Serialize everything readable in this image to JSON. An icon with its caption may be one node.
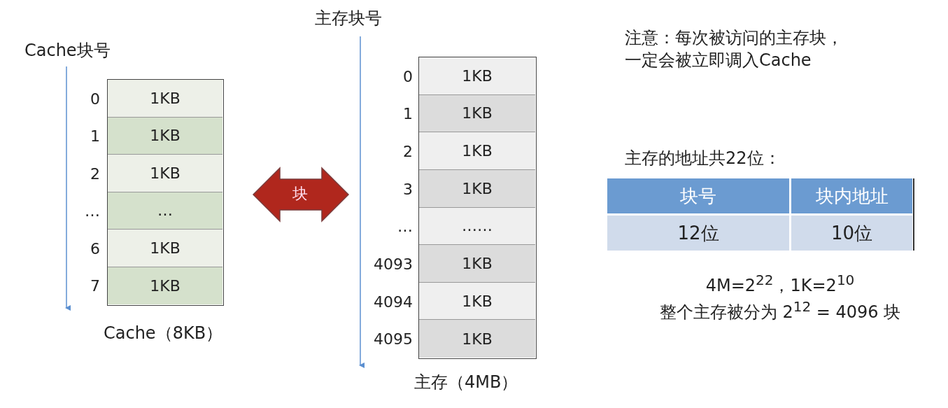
{
  "diagram": {
    "nodes": [
      {
        "text": [],
        "shape": "box",
        "beside": [
          "Cache（8KB）"
        ]
      },
      {
        "text": [
          "1KB"
        ],
        "in": 0,
        "beside": [
          "0"
        ]
      },
      {
        "text": [
          "1KB"
        ],
        "in": 0,
        "beside": [
          "1"
        ]
      },
      {
        "text": [
          "1KB"
        ],
        "in": 0,
        "beside": [
          "2"
        ]
      },
      {
        "text": [
          "…"
        ],
        "in": 0,
        "beside": [
          "…"
        ]
      },
      {
        "text": [
          "1KB"
        ],
        "in": 0,
        "beside": [
          "6"
        ]
      },
      {
        "text": [
          "1KB"
        ],
        "in": 0,
        "beside": [
          "7"
        ]
      },
      {
        "text": [],
        "shape": "box",
        "beside": [
          "主存（4MB）"
        ]
      },
      {
        "text": [
          "1KB"
        ],
        "in": 7,
        "beside": [
          "0"
        ]
      },
      {
        "text": [
          "1KB"
        ],
        "in": 7,
        "beside": [
          "1"
        ]
      },
      {
        "text": [
          "1KB"
        ],
        "in": 7,
        "beside": [
          "2"
        ]
      },
      {
        "text": [
          "1KB"
        ],
        "in": 7,
        "beside": [
          "3"
        ]
      },
      {
        "text": [
          "……"
        ],
        "in": 7,
        "beside": [
          "…"
        ]
      },
      {
        "text": [
          "1KB"
        ],
        "in": 7,
        "beside": [
          "4093"
        ]
      },
      {
        "text": [
          "1KB"
        ],
        "in": 7,
        "beside": [
          "4094"
        ]
      },
      {
        "text": [
          "1KB"
        ],
        "in": 7,
        "beside": [
          "4095"
        ]
      }
    ],
    "edges": [
      {
        "from": 0,
        "to": 7,
        "arrow": "both",
        "label": "块",
        "style": "thick",
        "color": "#b0271d"
      }
    ],
    "labels": [
      "Cache块号",
      "主存块号",
      "注意：每次被访问的主存块，一定会被立即调入Cache",
      "主存的地址共22位：",
      "块号",
      "块内地址",
      "12位",
      "10位",
      "4M=2$^{22}$，1K=2$^{10}$",
      "整个主存被分为 2$^{12}$ = 4096 块"
    ]
  }
}
